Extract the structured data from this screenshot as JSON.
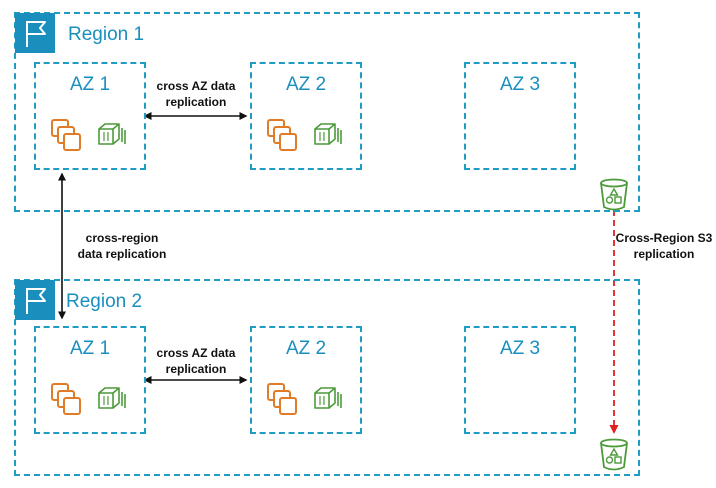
{
  "regions": [
    {
      "title": "Region 1",
      "azs": [
        {
          "label": "AZ 1"
        },
        {
          "label": "AZ 2"
        },
        {
          "label": "AZ 3"
        }
      ]
    },
    {
      "title": "Region 2",
      "azs": [
        {
          "label": "AZ 1"
        },
        {
          "label": "AZ 2"
        },
        {
          "label": "AZ 3"
        }
      ]
    }
  ],
  "connections": {
    "cross_az_region1": [
      "cross AZ data",
      "replication"
    ],
    "cross_az_region2": [
      "cross AZ data",
      "replication"
    ],
    "cross_region": [
      "cross-region",
      "data replication"
    ],
    "cross_region_s3": [
      "Cross-Region S3",
      "replication"
    ]
  },
  "icons": {
    "region": "flag-icon",
    "compute": "instances-icon",
    "storage": "blocks-icon",
    "bucket": "s3-bucket-icon"
  },
  "colors": {
    "region_border": "#1f9bc4",
    "region_text": "#1a8fbd",
    "compute": "#e07b28",
    "storage": "#4d9a3a",
    "s3_arrow": "#e02020",
    "arrow": "#111111"
  }
}
